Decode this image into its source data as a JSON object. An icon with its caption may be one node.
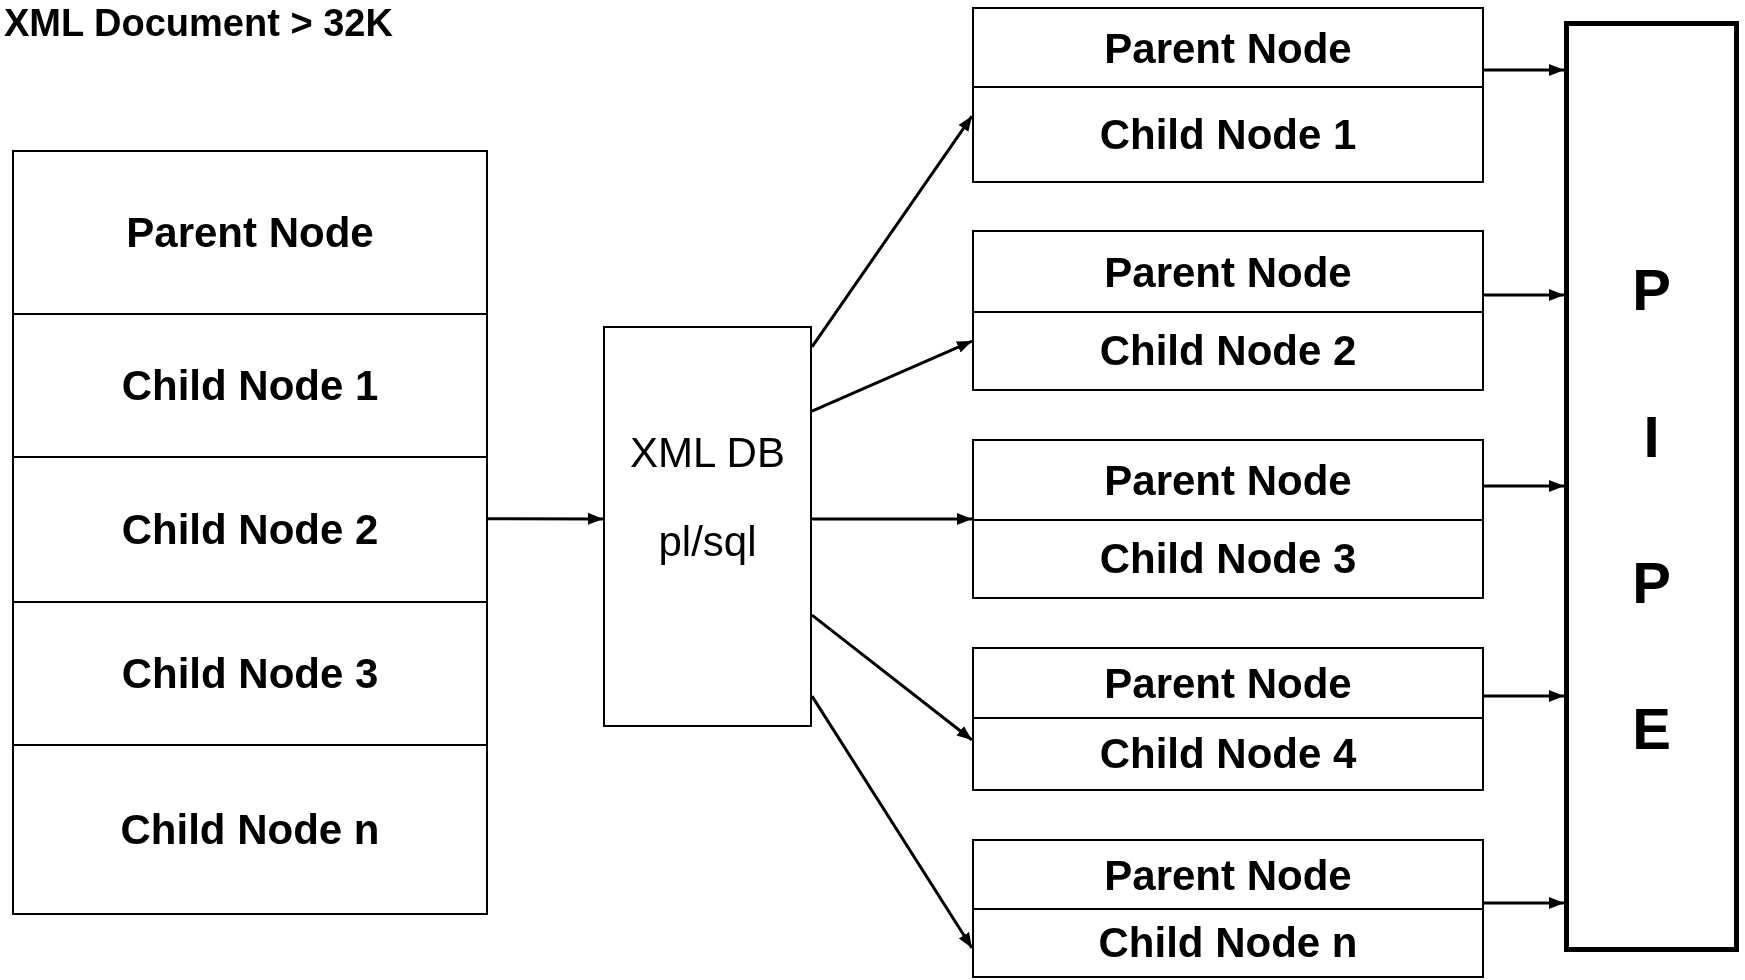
{
  "diagram": {
    "title": "XML Document > 32K",
    "nodes": [
      {
        "text": [],
        "shape": "box"
      },
      {
        "text": [
          "Parent Node"
        ],
        "in": 0
      },
      {
        "text": [
          "Child Node 1"
        ],
        "in": 0
      },
      {
        "text": [
          "Child Node 2"
        ],
        "in": 0
      },
      {
        "text": [
          "Child Node 3"
        ],
        "in": 0
      },
      {
        "text": [
          "Child Node n"
        ],
        "in": 0
      },
      {
        "text": [
          "XML DB",
          "pl/sql"
        ]
      },
      {
        "text": [
          "Parent Node",
          "Child Node 1"
        ]
      },
      {
        "text": [
          "Parent Node",
          "Child Node 2"
        ]
      },
      {
        "text": [
          "Parent Node",
          "Child Node 3"
        ]
      },
      {
        "text": [
          "Parent Node",
          "Child Node 4"
        ]
      },
      {
        "text": [
          "Parent Node",
          "Child Node n"
        ]
      },
      {
        "text": [
          "P",
          "I",
          "P",
          "E"
        ]
      }
    ],
    "edges": [
      {
        "from": 0,
        "to": 6,
        "arrow": "to"
      },
      {
        "from": 6,
        "to": 7,
        "arrow": "to"
      },
      {
        "from": 6,
        "to": 8,
        "arrow": "to"
      },
      {
        "from": 6,
        "to": 9,
        "arrow": "to"
      },
      {
        "from": 6,
        "to": 10,
        "arrow": "to"
      },
      {
        "from": 6,
        "to": 11,
        "arrow": "to"
      },
      {
        "from": 7,
        "to": 12,
        "arrow": "to"
      },
      {
        "from": 8,
        "to": 12,
        "arrow": "to"
      },
      {
        "from": 9,
        "to": 12,
        "arrow": "to"
      },
      {
        "from": 10,
        "to": 12,
        "arrow": "to"
      },
      {
        "from": 11,
        "to": 12,
        "arrow": "to"
      }
    ]
  }
}
